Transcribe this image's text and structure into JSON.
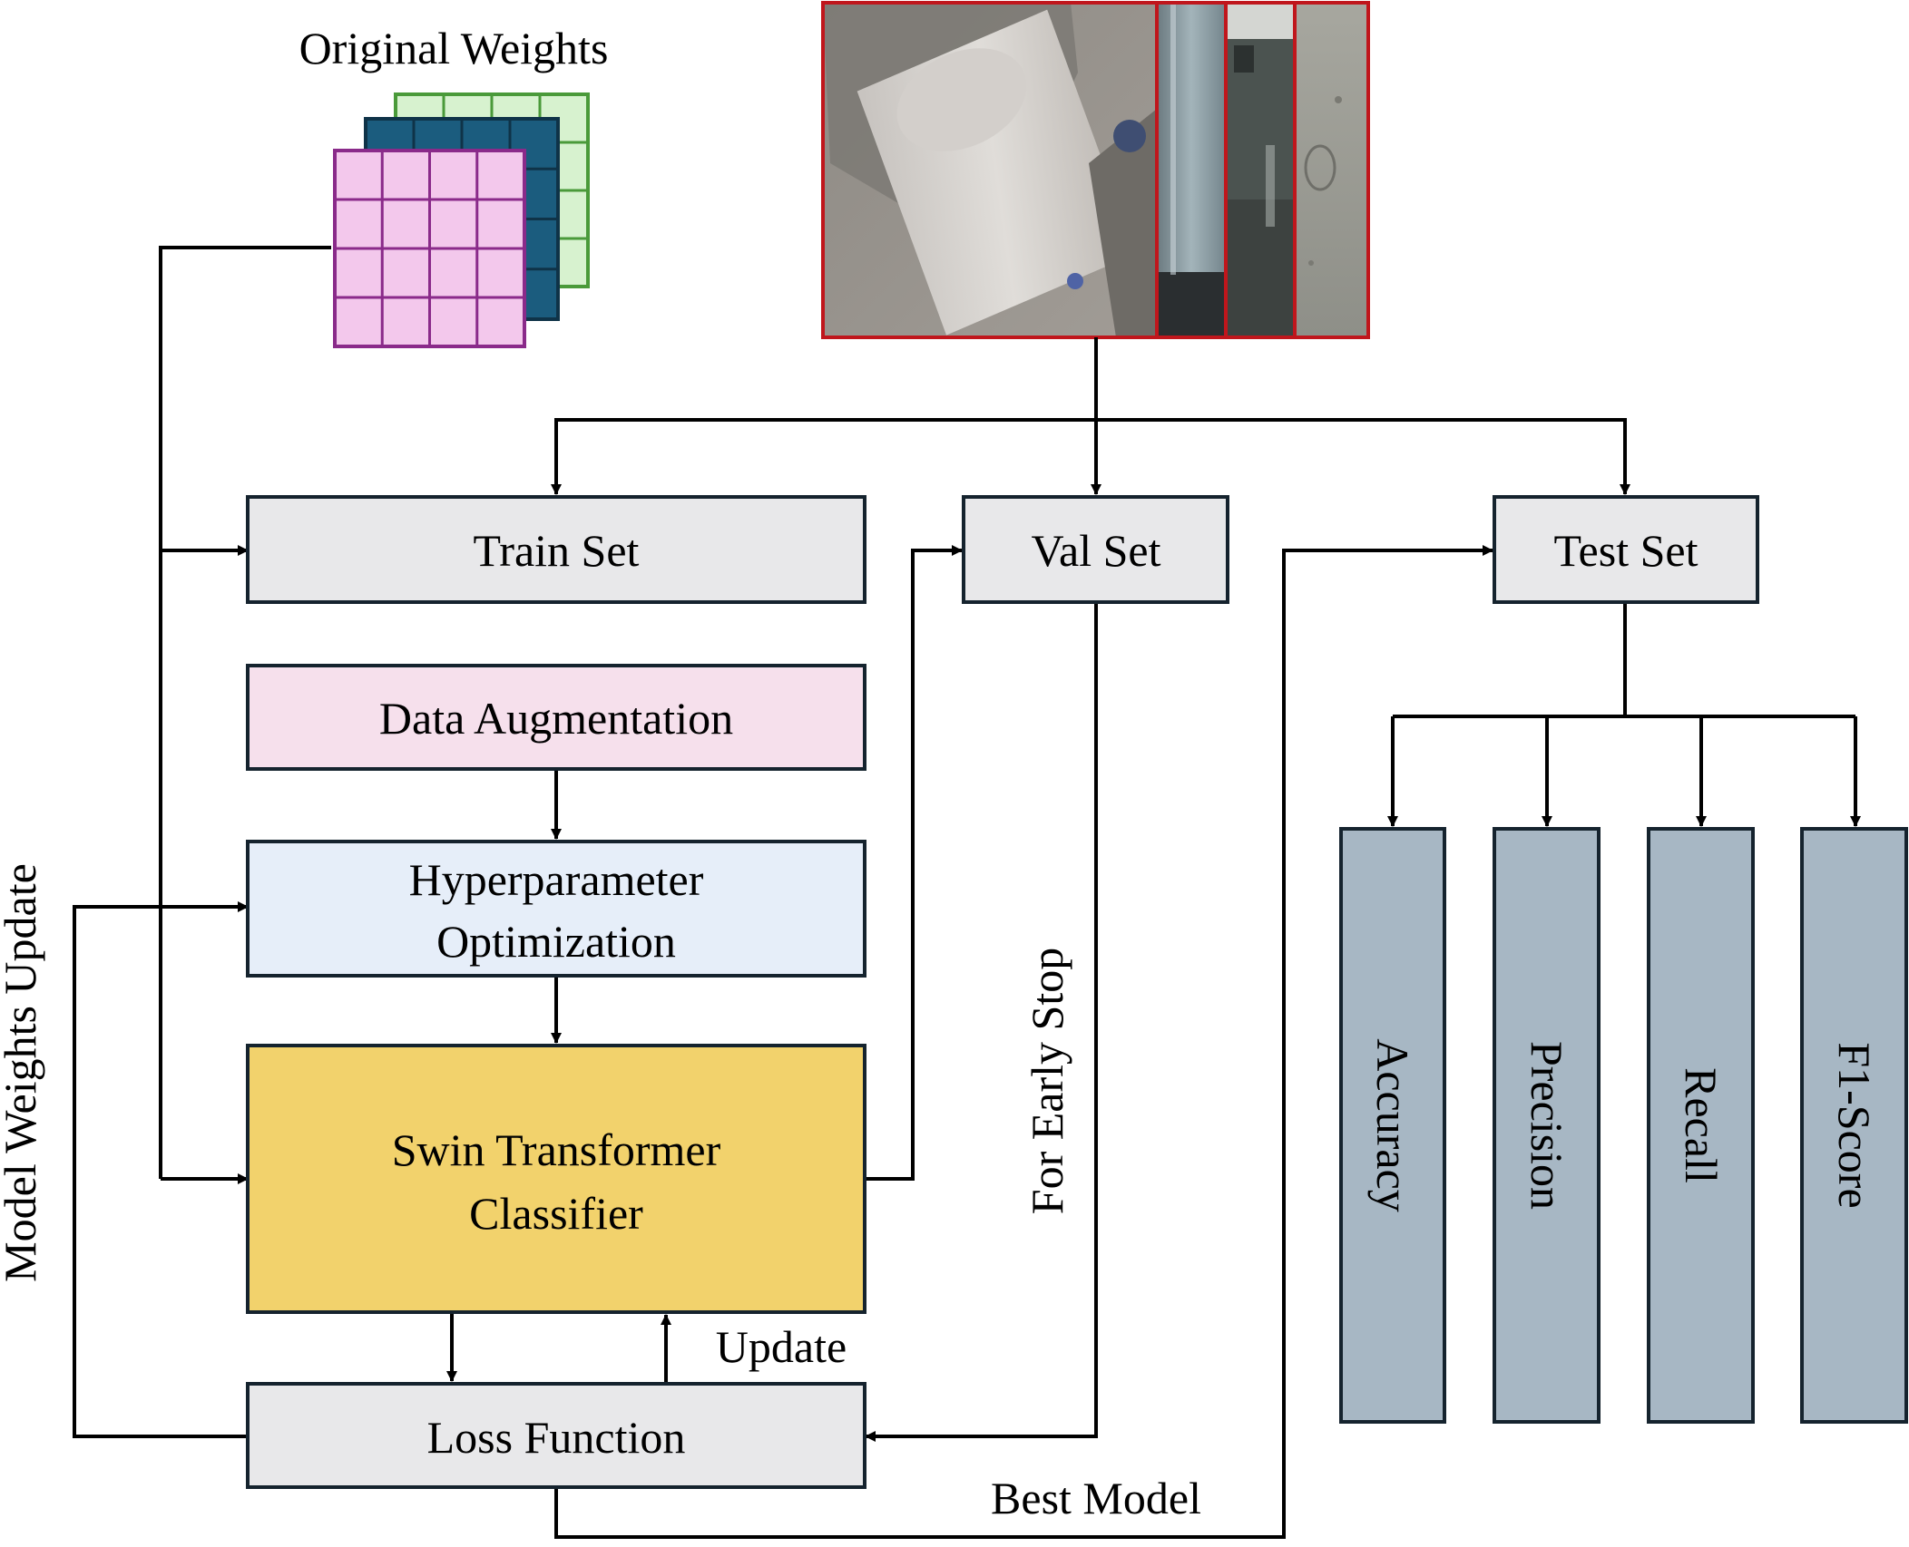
{
  "diagram": {
    "original_weights_label": "Original Weights",
    "boxes": {
      "train_set": "Train Set",
      "val_set": "Val Set",
      "test_set": "Test Set",
      "data_augmentation": "Data Augmentation",
      "hyperparameter_line1": "Hyperparameter",
      "hyperparameter_line2": "Optimization",
      "classifier_line1": "Swin Transformer",
      "classifier_line2": "Classifier",
      "loss_function": "Loss Function"
    },
    "metrics": [
      "Accuracy",
      "Precision",
      "Recall",
      "F1-Score"
    ],
    "edge_labels": {
      "model_weights_update": "Model Weights Update",
      "for_early_stop": "For Early Stop",
      "update": "Update",
      "best_model": "Best Model"
    },
    "colors": {
      "gray_box": "#e8e8ea",
      "pink_box": "#f6e0ec",
      "blue_box": "#e6eef9",
      "yellow_box": "#f2d26c",
      "metric_box": "#a7b7c4",
      "box_border": "#15232e",
      "image_border": "#c0161c",
      "weights_front": "#f3c8ec",
      "weights_front_border": "#8a2a8a",
      "weights_mid": "#1b5c7e",
      "weights_mid_border": "#0f3348",
      "weights_back": "#d7f2cf",
      "weights_back_border": "#4a9a3a"
    }
  }
}
